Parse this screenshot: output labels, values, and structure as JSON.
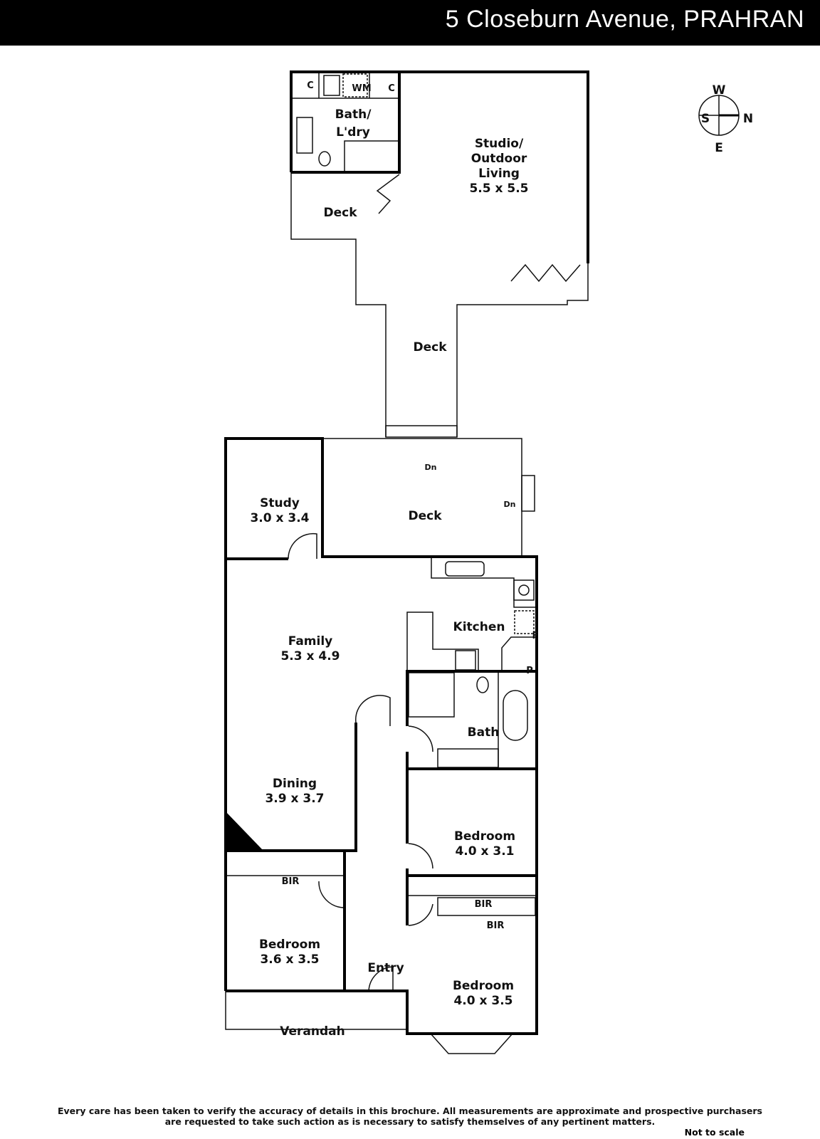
{
  "header": {
    "title": "5 Closeburn Avenue, PRAHRAN"
  },
  "compass": {
    "w": "W",
    "s": "S",
    "n": "N",
    "e": "E"
  },
  "rooms": {
    "c1": "C",
    "wm": "WM",
    "c2": "C",
    "bath_ldry_1": "Bath/",
    "bath_ldry_2": "L'dry",
    "studio_1": "Studio/",
    "studio_2": "Outdoor",
    "studio_3": "Living",
    "studio_dim": "5.5 x 5.5",
    "deck_upper": "Deck",
    "deck_middle": "Deck",
    "deck_lower": "Deck",
    "dn1": "Dn",
    "dn2": "Dn",
    "study": "Study",
    "study_dim": "3.0 x 3.4",
    "family": "Family",
    "family_dim": "5.3 x 4.9",
    "kitchen": "Kitchen",
    "f": "F",
    "p": "P",
    "bath": "Bath",
    "dining": "Dining",
    "dining_dim": "3.9 x 3.7",
    "bedroom1": "Bedroom",
    "bedroom1_dim": "4.0 x 3.1",
    "bir1": "BIR",
    "bir2": "BIR",
    "bir3": "BIR",
    "bedroom2": "Bedroom",
    "bedroom2_dim": "3.6 x 3.5",
    "entry": "Entry",
    "bedroom3": "Bedroom",
    "bedroom3_dim": "4.0 x 3.5",
    "verandah": "Verandah"
  },
  "footer": {
    "line1": "Every care has been taken to verify the accuracy of details in this brochure.  All measurements are approximate and prospective purchasers",
    "line2": "are requested to take such action as is necessary to satisfy themselves of any pertinent matters.",
    "scale": "Not to scale"
  }
}
